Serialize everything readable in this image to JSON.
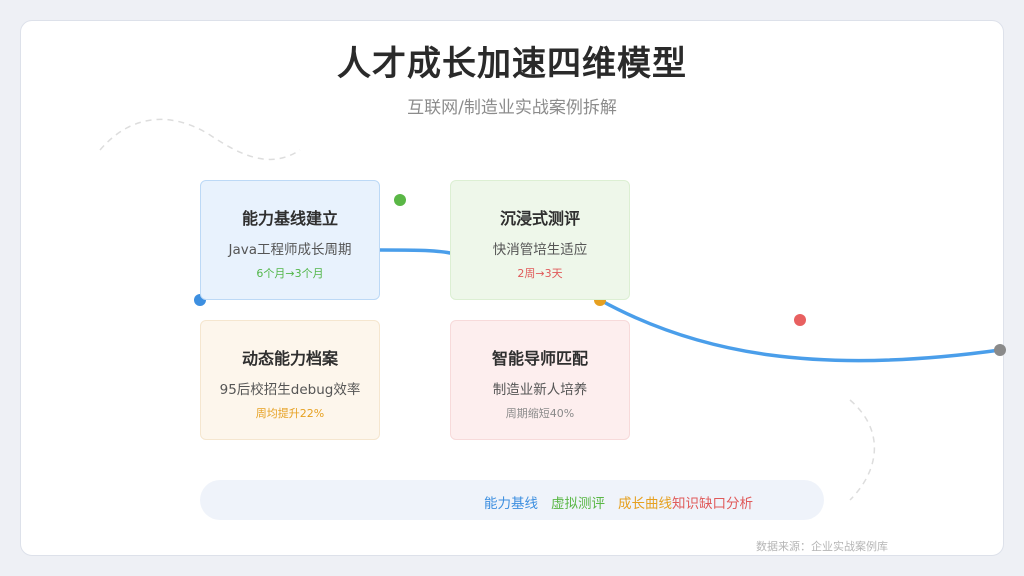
{
  "title": "人才成长加速四维模型",
  "subtitle": "互联网/制造业实战案例拆解",
  "cards": [
    {
      "name": "能力基线建立",
      "desc": "Java工程师成长周期",
      "metric": "6个月→3个月",
      "metric_color": "#52b64a"
    },
    {
      "name": "沉浸式测评",
      "desc": "快消管培生适应",
      "metric": "2周→3天",
      "metric_color": "#e05a5a"
    },
    {
      "name": "动态能力档案",
      "desc": "95后校招生debug效率",
      "metric": "周均提升22%",
      "metric_color": "#e6a020"
    },
    {
      "name": "智能导师匹配",
      "desc": "制造业新人培养",
      "metric": "周期缩短40%",
      "metric_color": "#8a8a8a"
    }
  ],
  "legend": [
    {
      "label": "能力基线",
      "color": "#3d8fe0"
    },
    {
      "label": "虚拟测评",
      "color": "#5ab746"
    },
    {
      "label": "成长曲线",
      "color": "#e6a020"
    },
    {
      "label": "知识缺口分析",
      "color": "#e05a5a"
    }
  ],
  "source": "数据来源：企业实战案例库",
  "colors": {
    "curve": "#4a9eea",
    "dot_blue": "#3d8fe0",
    "dot_green": "#5ab746",
    "dot_orange": "#e6a020",
    "dot_red": "#e86060",
    "dot_gray": "#8a8a8a"
  }
}
